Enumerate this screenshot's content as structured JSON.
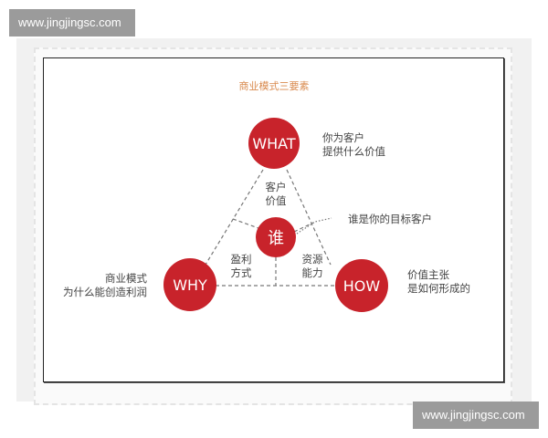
{
  "watermark_top": "www.jingjingsc.com",
  "watermark_bottom": "www.jingjingsc.com",
  "title": "商业模式三要素",
  "colors": {
    "circle": "#c8232b",
    "title": "#d98a4e",
    "text": "#444444",
    "dash": "#777777"
  },
  "nodes": {
    "what": "WHAT",
    "who": "谁",
    "why": "WHY",
    "how": "HOW"
  },
  "notes": {
    "what": [
      "你为客户",
      "提供什么价值"
    ],
    "who": "谁是你的目标客户",
    "why": [
      "商业模式",
      "为什么能创造利润"
    ],
    "how": [
      "价值主张",
      "是如何形成的"
    ]
  },
  "inner": {
    "value": [
      "客户",
      "价值"
    ],
    "profit": [
      "盈利",
      "方式"
    ],
    "resource": [
      "资源",
      "能力"
    ]
  }
}
